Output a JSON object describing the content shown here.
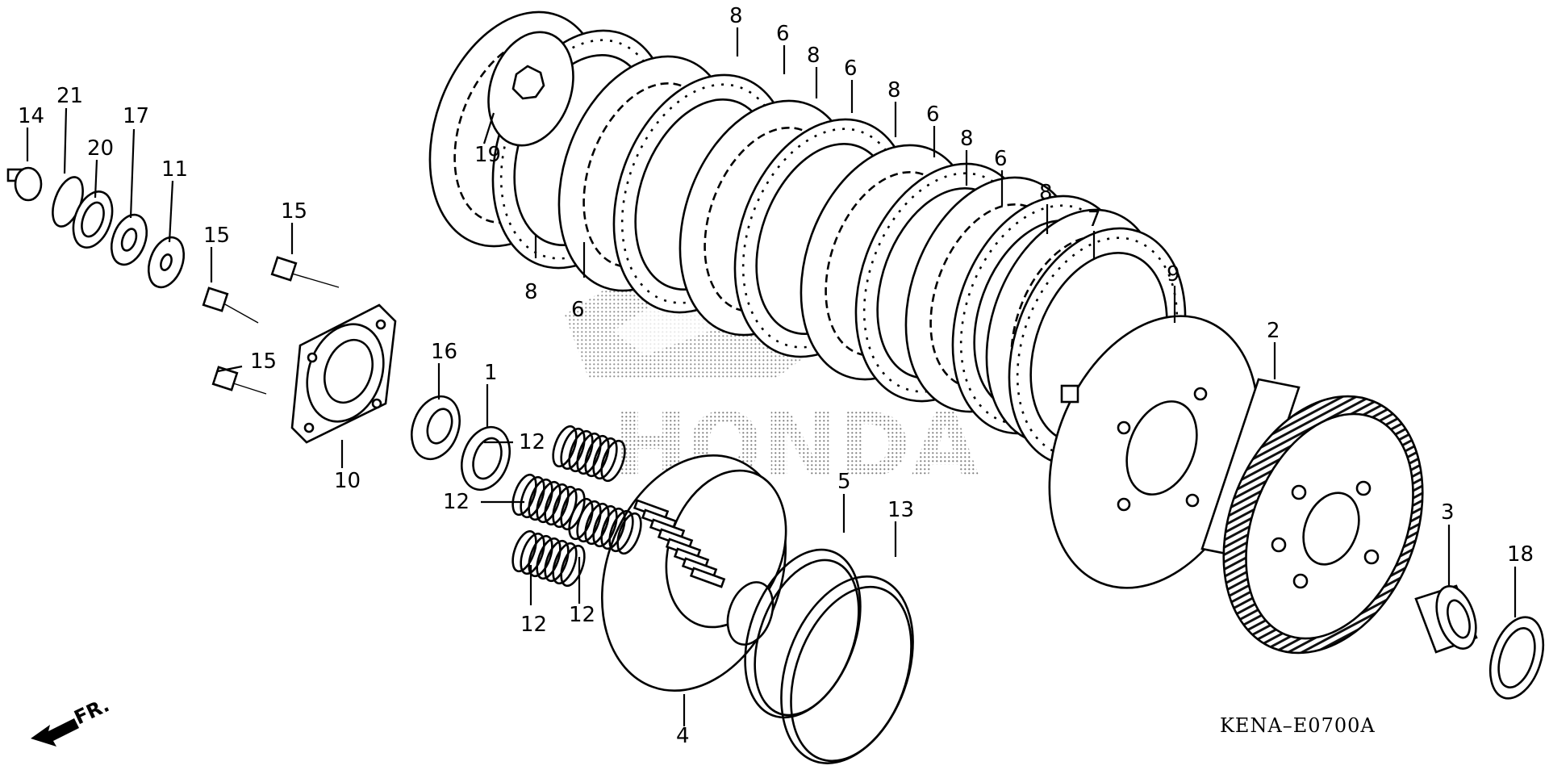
{
  "diagram": {
    "drawing_code": "KENA–E0700A",
    "front_indicator": "FR.",
    "watermark_brand": "HONDA",
    "callouts": [
      {
        "id": "c14",
        "text": "14"
      },
      {
        "id": "c21",
        "text": "21"
      },
      {
        "id": "c20",
        "text": "20"
      },
      {
        "id": "c17",
        "text": "17"
      },
      {
        "id": "c11",
        "text": "11"
      },
      {
        "id": "c15a",
        "text": "15"
      },
      {
        "id": "c15b",
        "text": "15"
      },
      {
        "id": "c15c",
        "text": "15"
      },
      {
        "id": "c10",
        "text": "10"
      },
      {
        "id": "c16",
        "text": "16"
      },
      {
        "id": "c1",
        "text": "1"
      },
      {
        "id": "c12a",
        "text": "12"
      },
      {
        "id": "c12b",
        "text": "12"
      },
      {
        "id": "c12c",
        "text": "12"
      },
      {
        "id": "c12d",
        "text": "12"
      },
      {
        "id": "c19",
        "text": "19"
      },
      {
        "id": "c8a",
        "text": "8"
      },
      {
        "id": "c6a",
        "text": "6"
      },
      {
        "id": "c8b",
        "text": "8"
      },
      {
        "id": "c6b",
        "text": "6"
      },
      {
        "id": "c8c",
        "text": "8"
      },
      {
        "id": "c6c",
        "text": "6"
      },
      {
        "id": "c8d",
        "text": "8"
      },
      {
        "id": "c6d",
        "text": "6"
      },
      {
        "id": "c8e",
        "text": "8"
      },
      {
        "id": "c6e",
        "text": "6"
      },
      {
        "id": "c8f",
        "text": "8"
      },
      {
        "id": "c7",
        "text": "7"
      },
      {
        "id": "c8g",
        "text": "8"
      },
      {
        "id": "c6f",
        "text": "6"
      },
      {
        "id": "c9",
        "text": "9"
      },
      {
        "id": "c2",
        "text": "2"
      },
      {
        "id": "c3",
        "text": "3"
      },
      {
        "id": "c18",
        "text": "18"
      },
      {
        "id": "c5",
        "text": "5"
      },
      {
        "id": "c13",
        "text": "13"
      },
      {
        "id": "c4",
        "text": "4"
      }
    ]
  }
}
